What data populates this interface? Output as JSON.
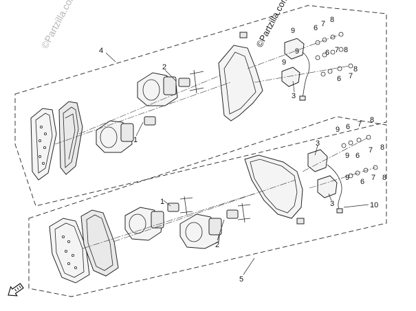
{
  "watermark": {
    "brand_main": "©Partzilla.com",
    "brand_faint": "©Partzilla.com"
  },
  "callouts": {
    "upper_assembly": "4",
    "lower_assembly": "5",
    "bulb_upper": "2",
    "bulb_lower": "2",
    "socket_upper": "1",
    "socket_lower": "1",
    "lamp_upper": "3",
    "lamp_lower_a": "3",
    "lamp_lower_b": "3",
    "harness": "10",
    "nine": "9",
    "six": "6",
    "seven": "7",
    "eight": "8"
  },
  "icons": {
    "direction": "front-arrow-icon"
  }
}
